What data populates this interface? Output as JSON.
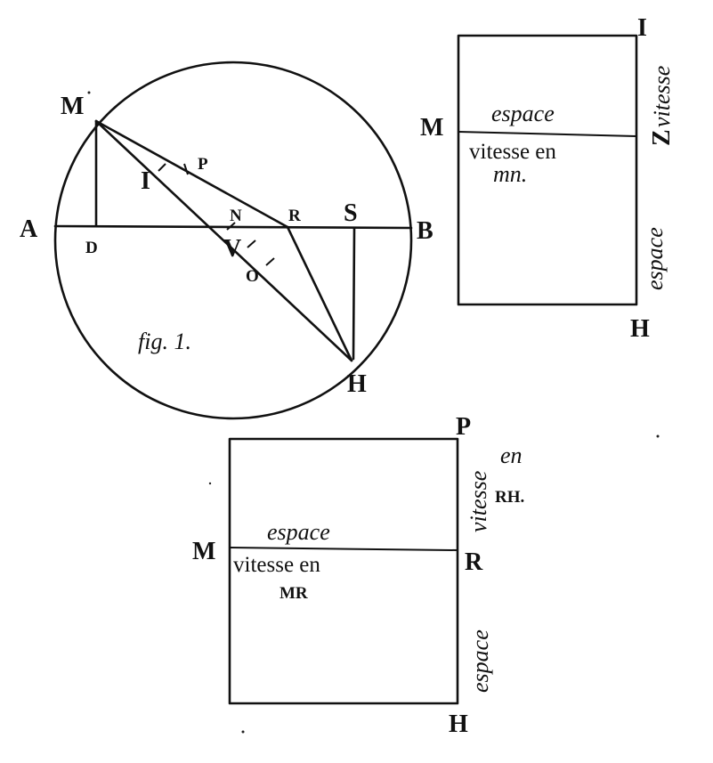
{
  "figure1": {
    "points": {
      "A": "A",
      "B": "B",
      "M": "M",
      "D": "D",
      "I": "I",
      "P": "P",
      "N": "N",
      "R": "R",
      "S": "S",
      "V": "V",
      "O": "O",
      "H": "H"
    },
    "caption": "fig. 1."
  },
  "figure2": {
    "labels": {
      "I": "I",
      "M": "M",
      "Z": "Z",
      "H": "H"
    },
    "espace_upper": "espace",
    "vitesse_line1": "vitesse en",
    "vitesse_line2": "mn.",
    "side_vitesse": "vitesse",
    "side_espace": "espace"
  },
  "figure3": {
    "labels": {
      "P": "P",
      "M": "M",
      "R": "R",
      "H": "H"
    },
    "espace_upper": "espace",
    "vitesse_line1": "vitesse en",
    "vitesse_line2": "MR",
    "side_vitesse": "vitesse",
    "side_en": "en",
    "side_RH": "RH.",
    "side_espace": "espace"
  }
}
